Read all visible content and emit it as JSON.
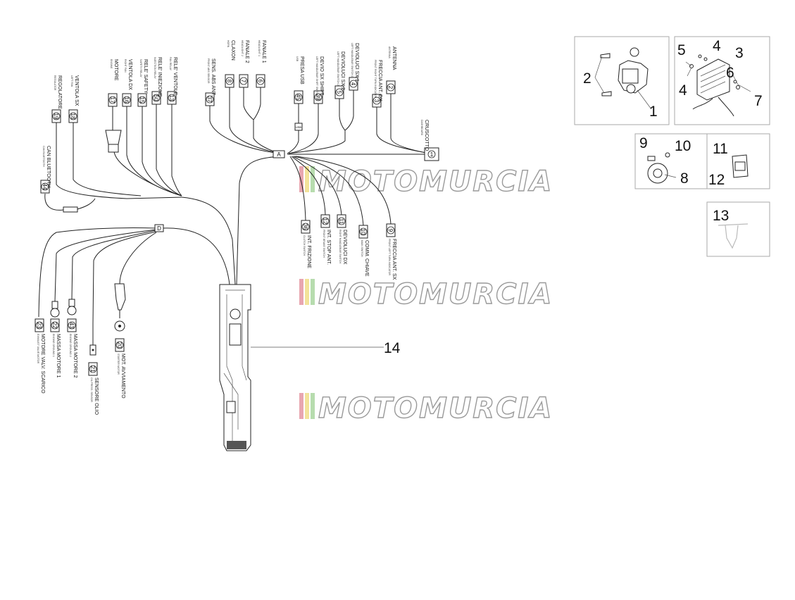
{
  "harness": {
    "part_number": "14",
    "hub_a": "A",
    "hub_d": "D",
    "usb_tag": "USB",
    "can_tag": "CAN"
  },
  "connectors_top": [
    {
      "id": "ant",
      "num": "2",
      "label": "ANTENNA",
      "sub": "ANTENNA"
    },
    {
      "id": "frdx",
      "num": "3",
      "label": "FRECCIA ANT. DX",
      "sub": "FRONT RIGHT TURN INDICATOR"
    },
    {
      "id": "devsx1",
      "num": "4",
      "label": "DEVIOLUCI SX 1",
      "sub": "LEFT HANDLEBAR SWITCH 1"
    },
    {
      "id": "devsx2",
      "num": "5",
      "label": "DEVIOLUCI SX 2",
      "sub": "LEFT HANDLEBAR SWITCH 2"
    },
    {
      "id": "shift",
      "num": "39",
      "label": "DEVIO SX SHIFT",
      "sub": "LEFT HANDLEBAR SHIFT SWITCH"
    },
    {
      "id": "usb",
      "num": "45",
      "label": "PRESA USB",
      "sub": "USB"
    },
    {
      "id": "fan1",
      "num": "6",
      "label": "FANALE 1",
      "sub": "HEADLIGHT 1"
    },
    {
      "id": "fan2",
      "num": "7",
      "label": "FANALE 2",
      "sub": "HEADLIGHT 2"
    },
    {
      "id": "clax",
      "num": "8",
      "label": "CLAXON",
      "sub": "HORN"
    },
    {
      "id": "abs",
      "num": "37",
      "label": "SENS. ABS ANT.",
      "sub": "FRONT ABS SENSOR"
    },
    {
      "id": "relv",
      "num": "13",
      "label": "RELE' VENTOLE",
      "sub": "FAN RELAY"
    },
    {
      "id": "reli",
      "num": "50",
      "label": "RELE' INIEZIONE",
      "sub": "INJECTION RELAY"
    },
    {
      "id": "rels",
      "num": "15",
      "label": "RELE' SAFETY",
      "sub": "SAFETY RELAY"
    },
    {
      "id": "vdx",
      "num": "16",
      "label": "VENTOLA DX",
      "sub": "RIGHT FAN"
    },
    {
      "id": "mot",
      "num": "17",
      "label": "MOTORE",
      "sub": "ENGINE"
    },
    {
      "id": "vsx",
      "num": "18",
      "label": "VENTOLA SX",
      "sub": "LEFT FAN"
    },
    {
      "id": "reg",
      "num": "19",
      "label": "REGOLATORE",
      "sub": "REGULATOR"
    },
    {
      "id": "can",
      "num": "44",
      "label": "CAN BLUETOOTH",
      "sub": "CAN BLUETOOTH"
    }
  ],
  "connectors_mid": [
    {
      "id": "frz",
      "num": "36",
      "label": "INT. FRIZIONE",
      "sub": "CLUTCH SWITCH"
    },
    {
      "id": "stop",
      "num": "12",
      "label": "INT. STOP ANT.",
      "sub": "FRONT BRAKE SWITCH"
    },
    {
      "id": "devdx",
      "num": "11",
      "label": "DEVIOLUCI DX",
      "sub": "RIGHT HANDLEBAR SWITCH"
    },
    {
      "id": "comm",
      "num": "10",
      "label": "COMM. CHIAVE",
      "sub": "MAIN SWITCH"
    },
    {
      "id": "frsx",
      "num": "9",
      "label": "FRECCIA ANT. SX",
      "sub": "FRONT LEFT TURN INDICATOR"
    }
  ],
  "connectors_left": [
    {
      "id": "valv",
      "num": "23",
      "label": "MOTORE VALV. SCARICO",
      "sub": "EXHAUST VALVE MOTOR"
    },
    {
      "id": "massa1",
      "num": "22",
      "label": "MASSA MOTORE 1",
      "sub": "ENGINE GROUND 1"
    },
    {
      "id": "massa2",
      "num": "43",
      "label": "MASSA MOTORE 2",
      "sub": "ENGINE GROUND 2"
    },
    {
      "id": "olio",
      "num": "21",
      "label": "SENSORE OLIO",
      "sub": "OIL PRESS. SENSOR"
    },
    {
      "id": "avv",
      "num": "20",
      "label": "MOT. AVVIAMENTO",
      "sub": "STARTER MOTOR"
    }
  ],
  "cruscotto": {
    "num": "1",
    "label": "CRUSCOTTO",
    "sub": "DASHBOARD"
  },
  "insets": {
    "box1": [
      "1",
      "2"
    ],
    "box2": [
      "3",
      "4",
      "4",
      "5",
      "6",
      "7"
    ],
    "box3": [
      "8",
      "9",
      "10"
    ],
    "box4": [
      "11",
      "12"
    ],
    "box5": [
      "13"
    ]
  },
  "watermark": "MOTOMURCIA",
  "colors": {
    "wm_stripe_1": "#e8a6b0",
    "wm_stripe_2": "#f3e39a",
    "wm_stripe_3": "#b7dcae"
  }
}
